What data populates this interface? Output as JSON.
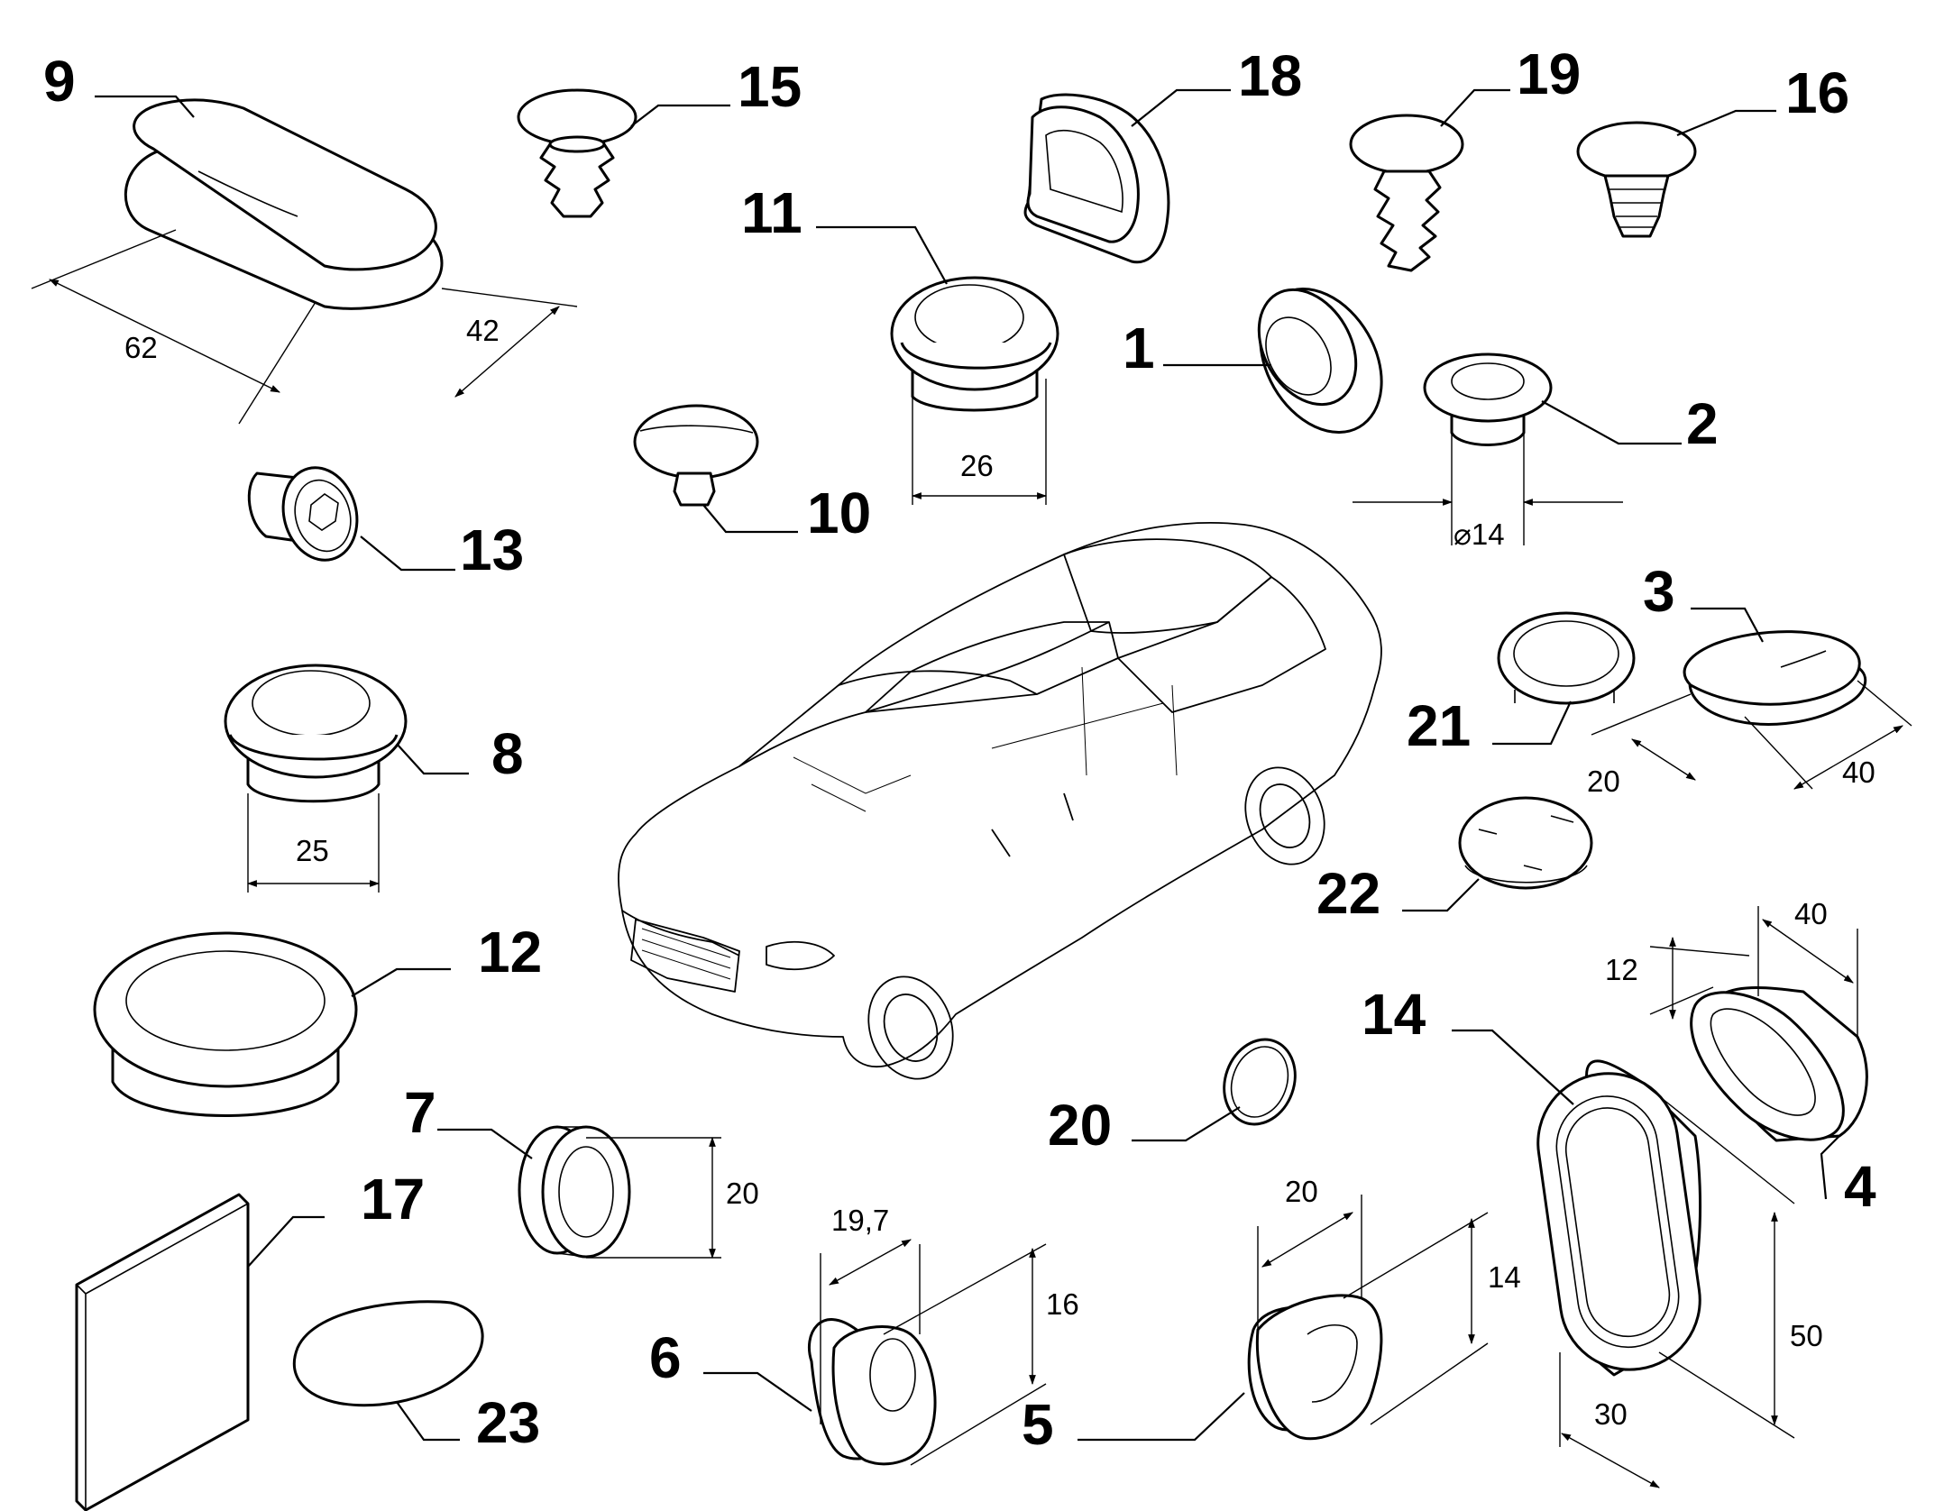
{
  "callouts": {
    "c1": "1",
    "c2": "2",
    "c3": "3",
    "c4": "4",
    "c5": "5",
    "c6": "6",
    "c7": "7",
    "c8": "8",
    "c9": "9",
    "c10": "10",
    "c11": "11",
    "c12": "12",
    "c13": "13",
    "c14": "14",
    "c15": "15",
    "c16": "16",
    "c17": "17",
    "c18": "18",
    "c19": "19",
    "c20": "20",
    "c21": "21",
    "c22": "22",
    "c23": "23"
  },
  "dimensions": {
    "p9_length": "62",
    "p9_width": "42",
    "p11_dia": "26",
    "p2_dia": "⌀14",
    "p3_width": "20",
    "p3_length": "40",
    "p8_dia": "25",
    "p4_length": "40",
    "p4_height": "12",
    "p7_dia": "20",
    "p6_width": "19,7",
    "p6_height": "16",
    "p5_width": "20",
    "p5_height": "14",
    "p14_height": "50",
    "p14_width": "30"
  }
}
